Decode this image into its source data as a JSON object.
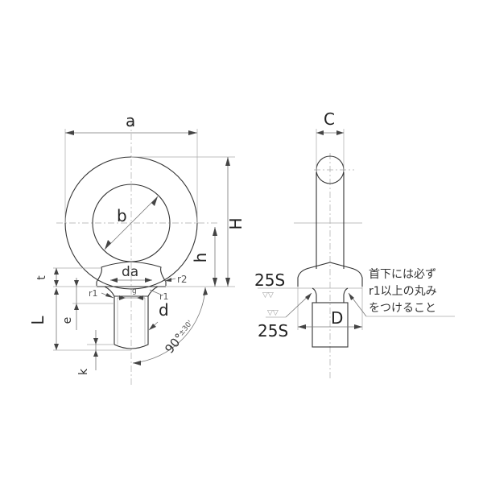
{
  "drawing": {
    "front_view": {
      "labels": {
        "a": "a",
        "b": "b",
        "H": "H",
        "h": "h",
        "da": "da",
        "g": "g",
        "r1_left": "r1",
        "r1_right": "r1",
        "r2": "r2",
        "t": "t",
        "L": "L",
        "e": "e",
        "d": "d",
        "k": "k",
        "angle": "90°",
        "angle_tol": "±30'"
      }
    },
    "side_view": {
      "labels": {
        "C": "C",
        "D": "D",
        "finish_top": "25S",
        "finish_bottom": "25S",
        "finish_symbol_top": "▽▽",
        "finish_symbol_bottom": "▽▽"
      },
      "note": {
        "line1": "首下には必ず",
        "line2": "r1以上の丸み",
        "line3": "をつけること"
      }
    }
  }
}
